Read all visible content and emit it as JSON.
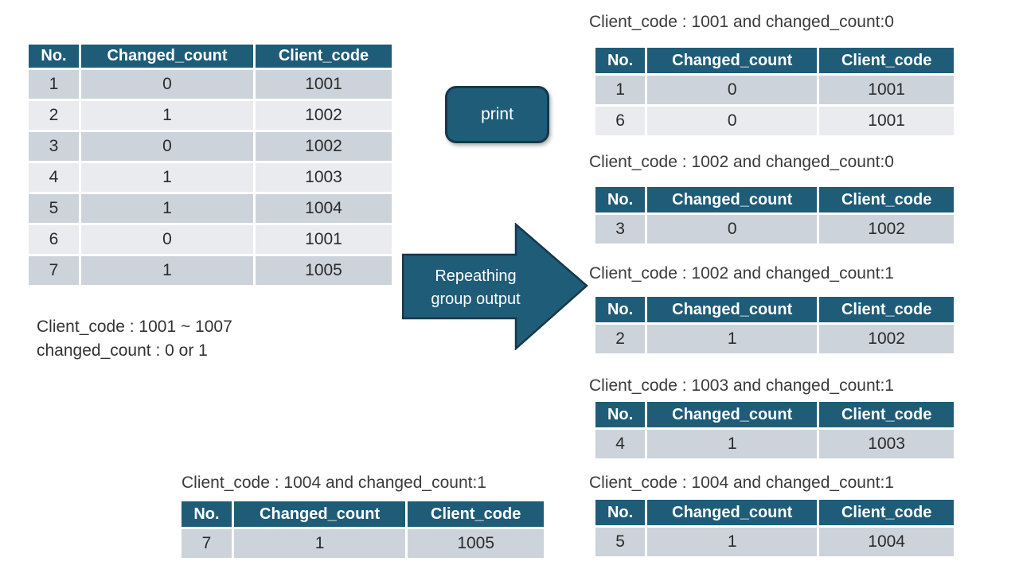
{
  "colors": {
    "teal": "#1F5C78",
    "teal_border": "#16384A",
    "row_dark": "#CDD3DA",
    "row_light": "#E9EBEF"
  },
  "table_headers": [
    "No.",
    "Changed_count",
    "Client_code"
  ],
  "main_table": {
    "rows": [
      [
        "1",
        "0",
        "1001"
      ],
      [
        "2",
        "1",
        "1002"
      ],
      [
        "3",
        "0",
        "1002"
      ],
      [
        "4",
        "1",
        "1003"
      ],
      [
        "5",
        "1",
        "1004"
      ],
      [
        "6",
        "0",
        "1001"
      ],
      [
        "7",
        "1",
        "1005"
      ]
    ]
  },
  "note": {
    "line1": "Client_code : 1001 ~ 1007",
    "line2": "changed_count : 0 or 1"
  },
  "print_shape": {
    "label": "print"
  },
  "arrow": {
    "line1": "Repeathing",
    "line2": "group output"
  },
  "right_tables": [
    {
      "title": "Client_code : 1001 and changed_count:0",
      "rows": [
        [
          "1",
          "0",
          "1001"
        ],
        [
          "6",
          "0",
          "1001"
        ]
      ]
    },
    {
      "title": "Client_code : 1002 and changed_count:0",
      "rows": [
        [
          "3",
          "0",
          "1002"
        ]
      ]
    },
    {
      "title": "Client_code : 1002 and changed_count:1",
      "rows": [
        [
          "2",
          "1",
          "1002"
        ]
      ]
    },
    {
      "title": "Client_code : 1003 and changed_count:1",
      "rows": [
        [
          "4",
          "1",
          "1003"
        ]
      ]
    },
    {
      "title": "Client_code : 1004 and changed_count:1",
      "rows": [
        [
          "5",
          "1",
          "1004"
        ]
      ]
    }
  ],
  "bottom_table": {
    "title": "Client_code : 1004 and changed_count:1",
    "rows": [
      [
        "7",
        "1",
        "1005"
      ]
    ]
  }
}
